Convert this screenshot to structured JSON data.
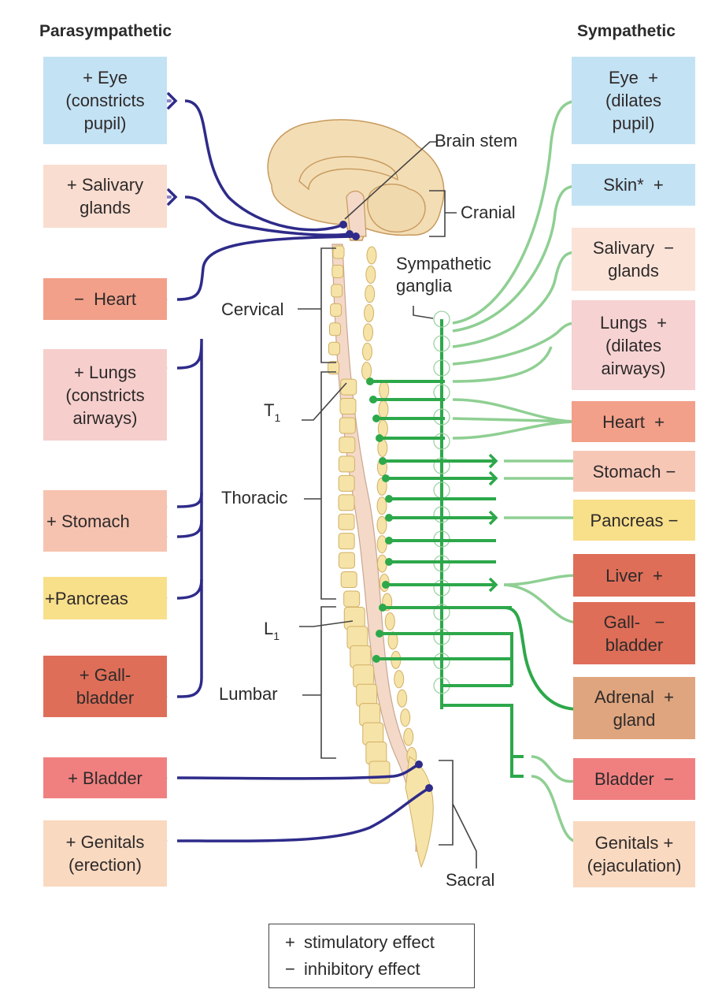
{
  "headings": {
    "left": "Parasympathetic",
    "right": "Sympathetic"
  },
  "colors": {
    "parasympathetic_nerve": "#2e2b8a",
    "parasympathetic_receptor": "#8c88c8",
    "sympathetic_preganglionic": "#2da84a",
    "sympathetic_postganglionic": "#8fcf93",
    "bone": "#f6e3a8",
    "brain": "#f3ddb4",
    "cord": "#f4d9c8"
  },
  "parasympathetic": [
    {
      "lines": [
        "+ Eye",
        "(constricts",
        "pupil)"
      ],
      "effect": "+",
      "bg": "#c3e2f4"
    },
    {
      "lines": [
        "+ Salivary",
        "glands"
      ],
      "effect": "+",
      "bg": "#f9ddd0"
    },
    {
      "lines": [
        "−  Heart"
      ],
      "effect": "−",
      "bg": "#f2a08a"
    },
    {
      "lines": [
        "+ Lungs",
        "(constricts",
        "airways)"
      ],
      "effect": "+",
      "bg": "#f6cfcd"
    },
    {
      "lines": [
        "+ Stomach"
      ],
      "effect": "+",
      "bg": "#f6c3b0"
    },
    {
      "lines": [
        "+Pancreas"
      ],
      "effect": "+",
      "bg": "#f8df8a"
    },
    {
      "lines": [
        "+ Gall-",
        "bladder"
      ],
      "effect": "+",
      "bg": "#de6e58"
    },
    {
      "lines": [
        "+ Bladder"
      ],
      "effect": "+",
      "bg": "#f08080"
    },
    {
      "lines": [
        "+ Genitals",
        "(erection)"
      ],
      "effect": "+",
      "bg": "#f9d9c0"
    }
  ],
  "sympathetic": [
    {
      "lines": [
        "Eye  +",
        "(dilates",
        "pupil)"
      ],
      "effect": "+",
      "bg": "#c3e2f4"
    },
    {
      "lines": [
        "Skin*  +"
      ],
      "effect": "+",
      "bg": "#c3e2f4"
    },
    {
      "lines": [
        "Salivary  −",
        "glands"
      ],
      "effect": "−",
      "bg": "#fbe3d8"
    },
    {
      "lines": [
        "Lungs  +",
        "(dilates",
        "airways)"
      ],
      "effect": "+",
      "bg": "#f6d2d2"
    },
    {
      "lines": [
        "Heart  +"
      ],
      "effect": "+",
      "bg": "#f2a08a"
    },
    {
      "lines": [
        "Stomach −"
      ],
      "effect": "−",
      "bg": "#f7c7b6"
    },
    {
      "lines": [
        "Pancreas −"
      ],
      "effect": "−",
      "bg": "#f8df8a"
    },
    {
      "lines": [
        "Liver  +"
      ],
      "effect": "+",
      "bg": "#de6e58"
    },
    {
      "lines": [
        "Gall-   −",
        "bladder"
      ],
      "effect": "−",
      "bg": "#de6e58"
    },
    {
      "lines": [
        "Adrenal  +",
        "gland"
      ],
      "effect": "+",
      "bg": "#dfa57e"
    },
    {
      "lines": [
        "Bladder  −"
      ],
      "effect": "−",
      "bg": "#f08080"
    },
    {
      "lines": [
        "Genitals +",
        "(ejaculation)"
      ],
      "effect": "+",
      "bg": "#f9d9c0"
    }
  ],
  "anatomy_labels": {
    "brain_stem": "Brain stem",
    "cranial": "Cranial",
    "sympathetic_ganglia_1": "Sympathetic",
    "sympathetic_ganglia_2": "ganglia",
    "cervical": "Cervical",
    "t1": "T",
    "t1_sub": "1",
    "thoracic": "Thoracic",
    "l1": "L",
    "l1_sub": "1",
    "lumbar": "Lumbar",
    "sacral": "Sacral"
  },
  "legend": {
    "items": [
      {
        "symbol": "+",
        "text": "stimulatory effect"
      },
      {
        "symbol": "−",
        "text": "inhibitory effect"
      }
    ]
  }
}
